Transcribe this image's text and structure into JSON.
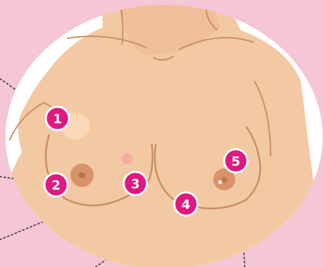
{
  "illustration": {
    "background_color": "#f5c6d6",
    "oval_color": "#ffffff",
    "skin_color": "#f3c9a3",
    "skin_shadow_color": "#e5ad85",
    "outline_color": "#c98f62",
    "areola_color": "#d9936a",
    "marker_color": "#e0187f",
    "marker_ring_color": "#ffffff",
    "leader_line_color": "#5a4b52"
  },
  "markers": [
    {
      "label": "1"
    },
    {
      "label": "2"
    },
    {
      "label": "3"
    },
    {
      "label": "4"
    },
    {
      "label": "5"
    }
  ]
}
